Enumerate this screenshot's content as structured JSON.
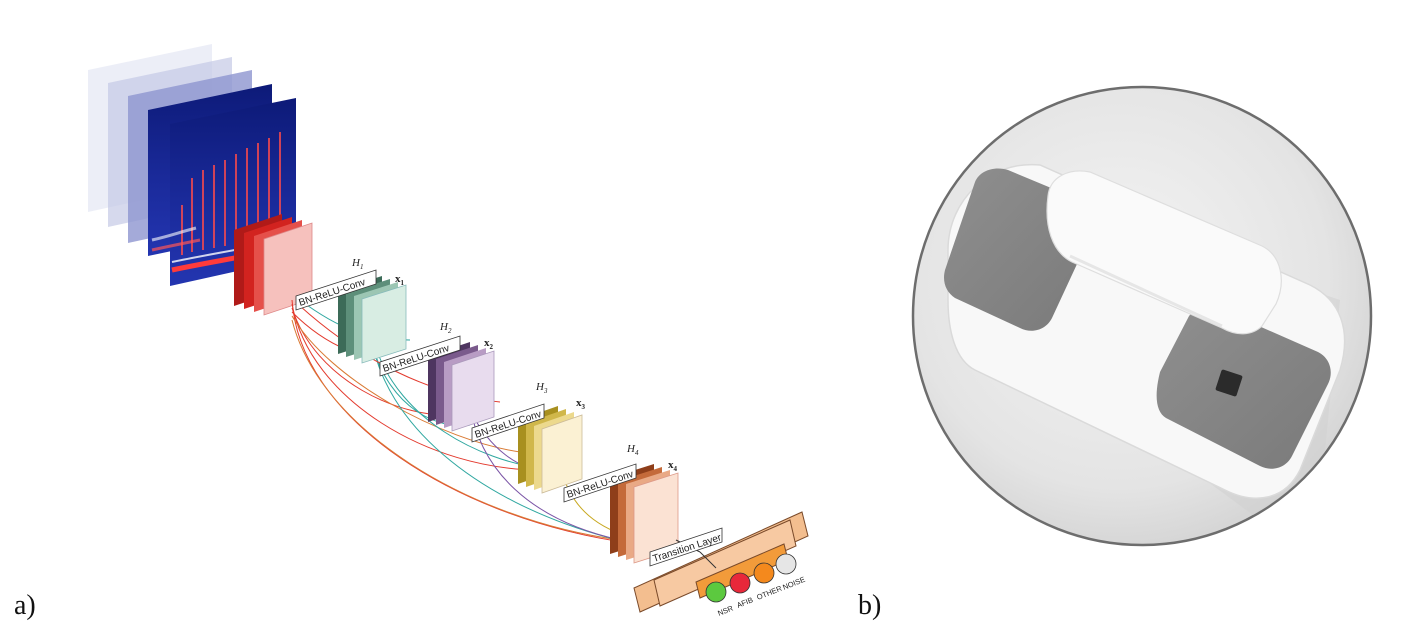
{
  "panel_a": {
    "label": "a)",
    "blocks": [
      {
        "h": "H",
        "h_sub": "1",
        "x": "x",
        "x_sub": "1",
        "op": "BN-ReLU-Conv",
        "color": "#4f7d68"
      },
      {
        "h": "H",
        "h_sub": "2",
        "x": "x",
        "x_sub": "2",
        "op": "BN-ReLU-Conv",
        "color": "#6e4b7a"
      },
      {
        "h": "H",
        "h_sub": "3",
        "x": "x",
        "x_sub": "3",
        "op": "BN-ReLU-Conv",
        "color": "#c9b24a"
      },
      {
        "h": "H",
        "h_sub": "4",
        "x": "x",
        "x_sub": "4",
        "op": "BN-ReLU-Conv",
        "color": "#b5562a"
      }
    ],
    "transition_label": "Transition Layer",
    "classes": [
      {
        "name": "NSR",
        "color": "#5cc93f"
      },
      {
        "name": "AFIB",
        "color": "#e8283a"
      },
      {
        "name": "OTHER",
        "color": "#f4891d"
      },
      {
        "name": "NOISE",
        "color": "#e6e6e6"
      }
    ],
    "input_color": "#1b2b8c",
    "stem_color": "#d2231f"
  },
  "panel_b": {
    "label": "b)"
  }
}
